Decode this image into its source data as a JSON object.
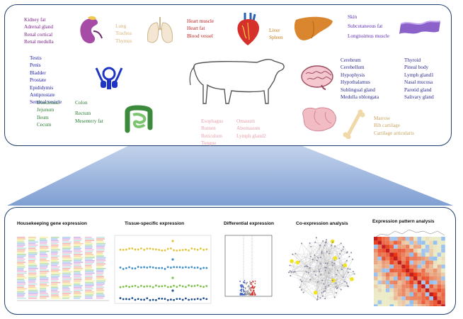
{
  "top_panel": {
    "groups": {
      "kidney": [
        "Kidney fat",
        "Adrenal gland",
        "Renal cortical",
        "Renal medulla"
      ],
      "lung": [
        "Lung",
        "Trachea",
        "Thymus"
      ],
      "heart": [
        "Heart muscle",
        "Heart fat",
        "Blood vessel"
      ],
      "liver": [
        "Liver",
        "Spleen"
      ],
      "skin": [
        "Skin",
        "Subcutaneous fat",
        "Longissimus muscle"
      ],
      "reproductive": [
        "Testis",
        "Penis",
        "Bladder",
        "Prostate",
        "Epididymis",
        "Antiprostate",
        "Seminal vesicle"
      ],
      "brain_left": [
        "Cerebrum",
        "Cerebellum",
        "Hypophysis",
        "Hypothalamus",
        "Sublingual gland",
        "Medulla oblongata"
      ],
      "brain_right": [
        "Thyroid",
        "Pineal body",
        "Lymph gland1",
        "Nasal mucosa",
        "Parotid gland",
        "Salivary gland"
      ],
      "intestine_left": [
        "Duodenum",
        "Jejunum",
        "Ileum",
        "Cecum"
      ],
      "intestine_right": [
        "Colon",
        "Rectum",
        "Mesentery fat"
      ],
      "stomach_left": [
        "Esophagus",
        "Rumen",
        "Reticulum",
        "Tongue"
      ],
      "stomach_right": [
        "Omasum",
        "Abomasum",
        "Lymph gland2"
      ],
      "bone": [
        "Marrow",
        "Rib cartilage",
        "Cartilage articularis"
      ]
    },
    "icons": [
      "kidney-icon",
      "lung-icon",
      "heart-icon",
      "liver-icon",
      "skin-icon",
      "reproductive-icon",
      "cow-icon",
      "brain-icon",
      "intestine-icon",
      "stomach-icon",
      "bone-icon"
    ]
  },
  "bottom_panel": {
    "analyses": [
      {
        "title": "Housekeeping gene expression"
      },
      {
        "title": "Tissue-specific expression"
      },
      {
        "title": "Differential expression"
      },
      {
        "title": "Co-expression analysis"
      },
      {
        "title": "Expression pattern analysis"
      }
    ]
  },
  "colors": {
    "panel_border": "#1f3f6f",
    "funnel_top": "#dfe8f6",
    "funnel_bottom": "#7f9fd3"
  }
}
